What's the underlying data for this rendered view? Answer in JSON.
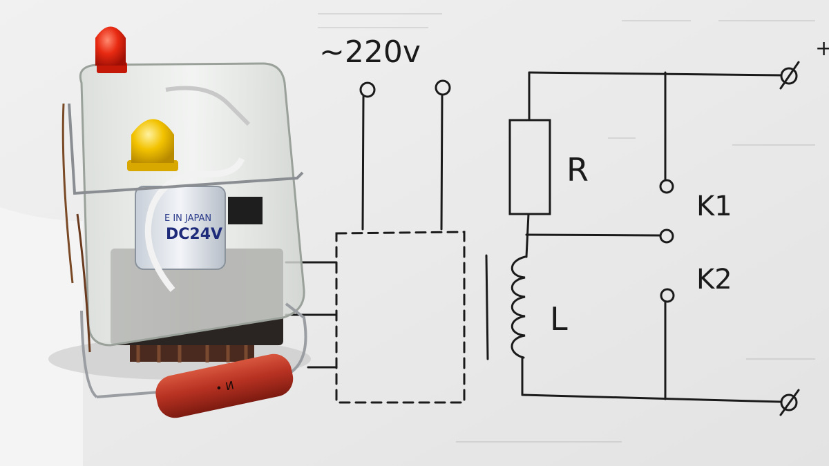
{
  "schematic": {
    "supply_label": "~220v",
    "resistor_label": "R",
    "inductor_label": "L",
    "contact1_label": "K1",
    "contact2_label": "K2",
    "terminal_top_label": "ø",
    "terminal_bottom_label": "ø",
    "plus_label": "+"
  },
  "photo": {
    "coil_voltage_label": "DC24V",
    "coil_maker_label": "E IN JAPAN",
    "resistor_marking": "• И"
  },
  "colors": {
    "paper": "#ececec",
    "ink": "#1a1a1a",
    "led_red": "#e02010",
    "led_yellow": "#f0c000",
    "resistor_body": "#b83222"
  }
}
